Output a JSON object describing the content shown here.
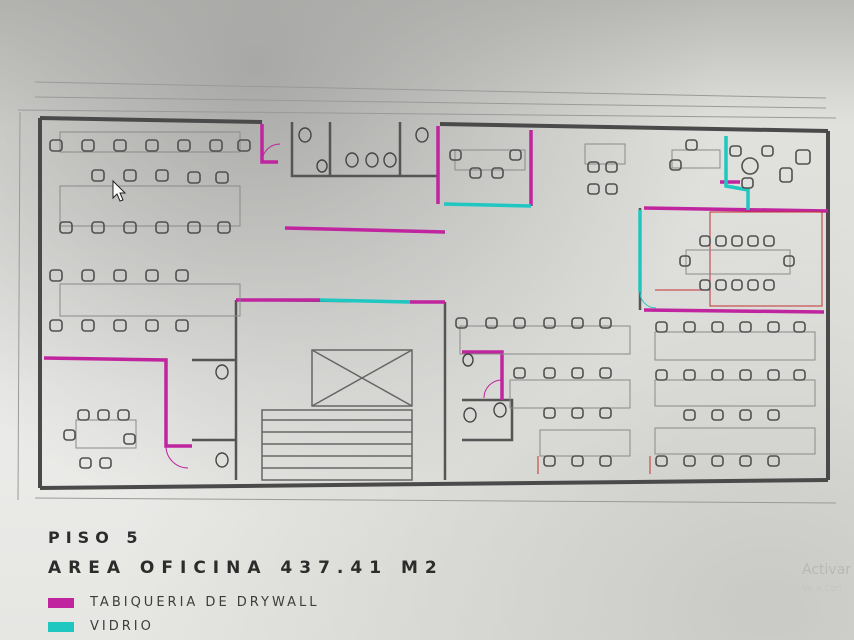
{
  "plan": {
    "floor_title": "PISO 5",
    "area_title": "AREA OFICINA 437.41 M2"
  },
  "legend": [
    {
      "label": "TABIQUERIA DE DRYWALL",
      "color": "#c0249e"
    },
    {
      "label": "VIDRIO",
      "color": "#1fc7c0"
    }
  ],
  "watermark": {
    "line1": "Activar",
    "line2": "Ve a Con"
  },
  "colors": {
    "wall": "#4a4a4a",
    "drywall": "#c0249e",
    "glass": "#1fc7c0",
    "dimension": "#9a9a9a",
    "furniture": "#5a5a5a",
    "red_marks": "#c23030"
  }
}
